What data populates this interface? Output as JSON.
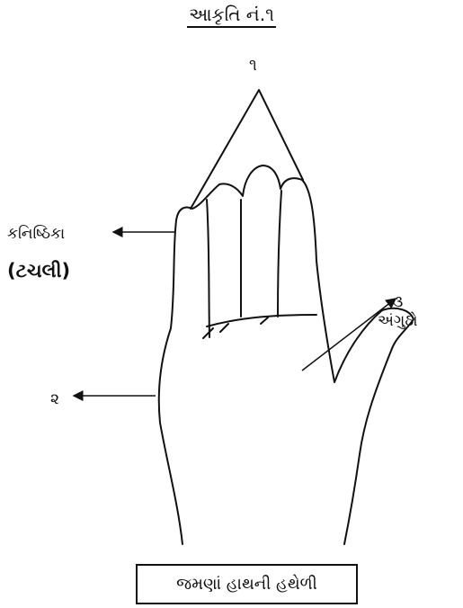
{
  "title": "આકૃતિ નં.૧",
  "labels": {
    "fingertips_group": "૧",
    "little_finger": "કનિષ્ઠિકા",
    "little_finger_common": "(ટચલી)",
    "thumb_number": "૩",
    "thumb": "અંગુઠો",
    "palm_edge": "૨"
  },
  "caption": "જમણાં હાથની હથેળી",
  "colors": {
    "ink": "#111111",
    "background": "#ffffff"
  }
}
